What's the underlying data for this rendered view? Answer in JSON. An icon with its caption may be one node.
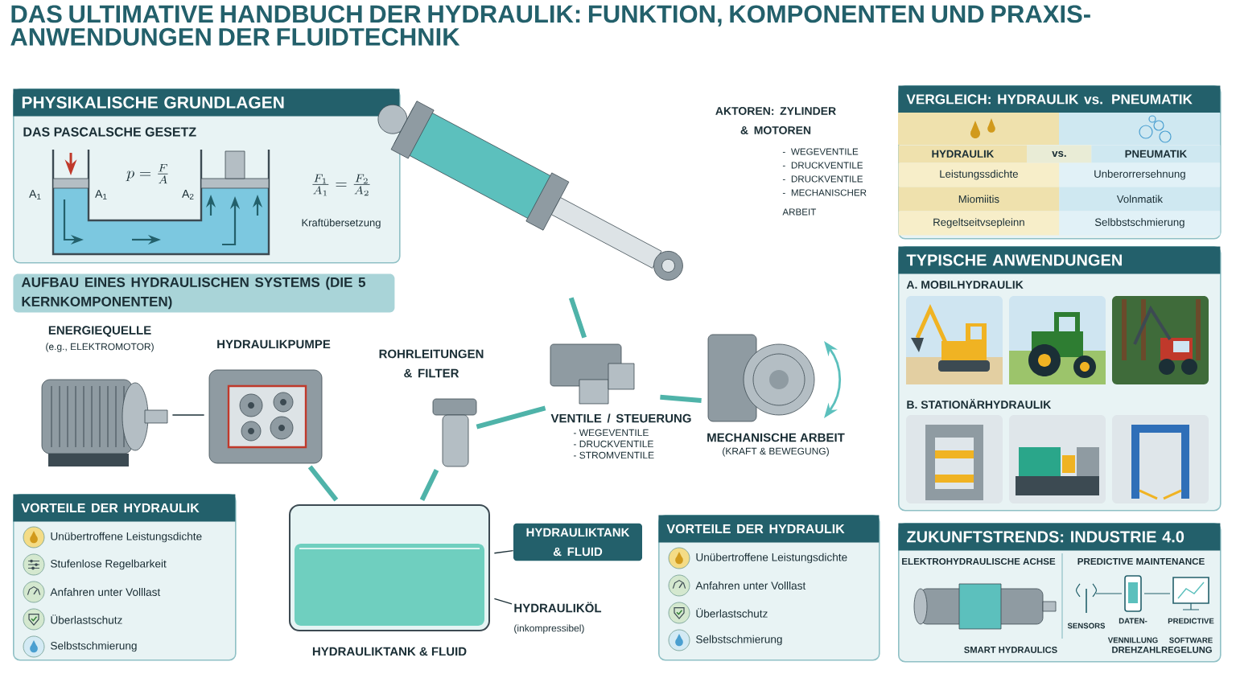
{
  "diagram": {
    "title": "DAS ULTIMATIVE HANDBUCH DER HYDRAULIK: FUNKTION, KOMPONENTEN UND PRAXIS-ANWENDUNGEN DER FLUIDTECHNIK",
    "nodes": [
      {
        "text": [
          "PHYSIKALISCHE GRUNDLAGEN",
          "DAS PASCALSCHE GESETZ"
        ]
      },
      {
        "text": [
          "AKTOREN: ZYLINDER & MOTOREN",
          "- WEGEVENTILE",
          "- DRUCKVENTILE",
          "- DRUCKVENTILE",
          "- MECHANISCHER ARBEIT"
        ]
      },
      {
        "text": [
          "VERGLEICH: HYDRAULIK vs. PNEUMATIK",
          "HYDRAULIK",
          "vs.",
          "PNEUMATIK",
          "Leistungssdichte",
          "Unberorrersehnung",
          "Miomiitis",
          "Volnmatik",
          "Regeltseitvsepleinn",
          "Selbbstschmierung"
        ]
      },
      {
        "text": [
          "AUFBAU EINES HYDRAULISCHEN SYSTEMS (DIE 5 KERNKOMPONENTEN)"
        ]
      },
      {
        "text": [
          "ENERGIEQUELLE",
          "(e.g., ELEKTROMOTOR)"
        ]
      },
      {
        "text": [
          "HYDRAULIKPUMPE"
        ]
      },
      {
        "text": [
          "ROHRLEITUNGEN & FILTER"
        ]
      },
      {
        "text": [
          "VENTILE / STEUERUNG",
          "- WEGEVENTILE",
          "- DRUCKVENTILE",
          "- STROMVENTILE"
        ]
      },
      {
        "text": [
          "MECHANISCHE ARBEIT",
          "(KRAFT & BEWEGUNG)"
        ]
      },
      {
        "text": [
          "TYPISCHE ANWENDUNGEN",
          "A. MOBILHYDRAULIK",
          "B. STATIONÄRHYDRAULIK"
        ]
      },
      {
        "text": [
          "VORTEILE DER HYDRAULIK",
          "Unübertroffene Leistungsdichte",
          "Stufenlose Regelbarkeit",
          "Anfahren unter Volllast",
          "Überlastschutz",
          "Selbstschmierung"
        ]
      },
      {
        "text": [
          "HYDRAULIKTANK & FLUID"
        ]
      },
      {
        "text": [
          "HYDRAULIKTANK & FLUID"
        ]
      },
      {
        "text": [
          "HYDRAULIKÖL",
          "(inkompressibel)"
        ]
      },
      {
        "text": [
          "VORTEILE DER HYDRAULIK",
          "Unübertroffene Leistungsdichte",
          "Anfahren unter Volllast",
          "Überlastschutz",
          "Selbstschmierung"
        ]
      },
      {
        "text": [
          "ZUKUNFTSTRENDS: INDUSTRIE 4.0",
          "ELEKTROHYDRAULISCHE ACHSE",
          "PREDICTIVE MAINTENANCE",
          "SENSORS",
          "DATEN- VENNILLUNG",
          "PREDICTIVE SOFTWARE",
          "SMART HYDRAULICS",
          "DREHZAHLREGELUNG"
        ]
      }
    ],
    "edges": [
      {
        "from": 4,
        "to": 5,
        "arrow": "none",
        "color": "#1b2f36"
      },
      {
        "from": 5,
        "to": 11,
        "arrow": "none"
      },
      {
        "from": 11,
        "to": 6,
        "arrow": "none"
      },
      {
        "from": 6,
        "to": 7,
        "arrow": "none"
      },
      {
        "from": 7,
        "to": 1,
        "arrow": "none"
      },
      {
        "from": 7,
        "to": 8,
        "arrow": "none"
      },
      {
        "from": 12,
        "to": 11,
        "arrow": "none",
        "color": "#1b2f36"
      },
      {
        "from": 13,
        "to": 11,
        "arrow": "none",
        "color": "#1b2f36"
      }
    ],
    "labels": [
      "A$_{1}$",
      "A$_{1}$",
      "A$_{2}$",
      "p = \\frac{F}{A}",
      "\\frac{F_1}{A_1} = \\frac{F_2}{A_2}",
      "Kraftübersetzung"
    ]
  }
}
